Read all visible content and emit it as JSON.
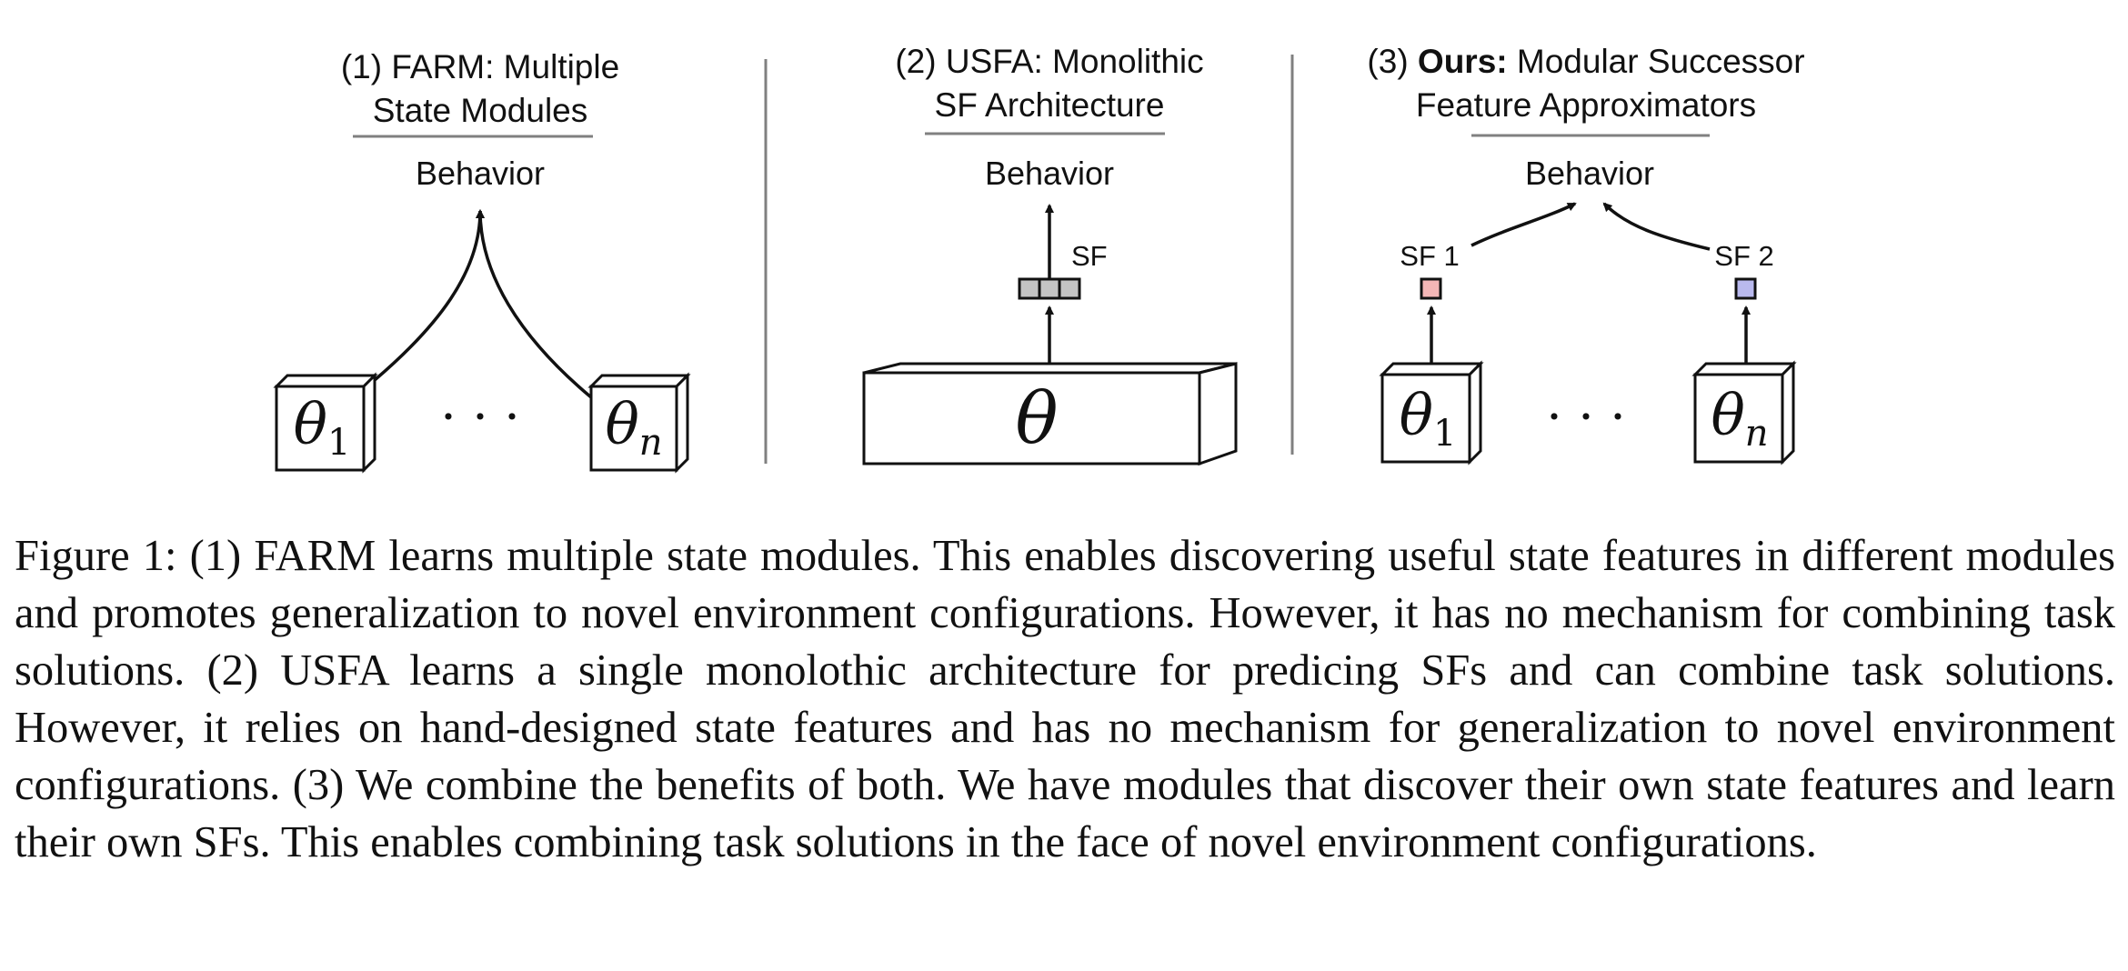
{
  "panels": [
    {
      "title_prefix": "(1) FARM: Multiple",
      "title_line2": "State Modules",
      "behavior": "Behavior",
      "module_left": "θ",
      "module_left_sub": "1",
      "ellipsis": "· · ·",
      "module_right": "θ",
      "module_right_sub": "n"
    },
    {
      "title_line1": "(2) USFA: Monolithic",
      "title_line2": "SF Architecture",
      "behavior": "Behavior",
      "sf": "SF",
      "module": "θ"
    },
    {
      "title_num": "(3) ",
      "title_bold": "Ours:",
      "title_rest": " Modular Successor",
      "title_line2": "Feature Approximators",
      "behavior": "Behavior",
      "sf1": "SF 1",
      "sf2": "SF 2",
      "module_left": "θ",
      "module_left_sub": "1",
      "ellipsis": "· · ·",
      "module_right": "θ",
      "module_right_sub": "n"
    }
  ],
  "colors": {
    "sf1_fill": "#f4b6b6",
    "sf2_fill": "#b9b9ee",
    "sf_cell_fill": "#c4c4c4",
    "divider": "#808080"
  },
  "caption": "Figure 1:  (1) FARM learns multiple state modules. This enables discovering useful state features in different modules and promotes generalization to novel environment configurations. However, it has no mechanism for combining task solutions. (2) USFA learns a single monolothic architecture for predicing SFs and can combine task solutions. However, it relies on hand-designed state features and has no mechanism for generalization to novel environment configurations. (3) We combine the benefits of both. We have modules that discover their own state features and learn their own SFs. This enables combining task solutions in the face of novel environment configurations."
}
